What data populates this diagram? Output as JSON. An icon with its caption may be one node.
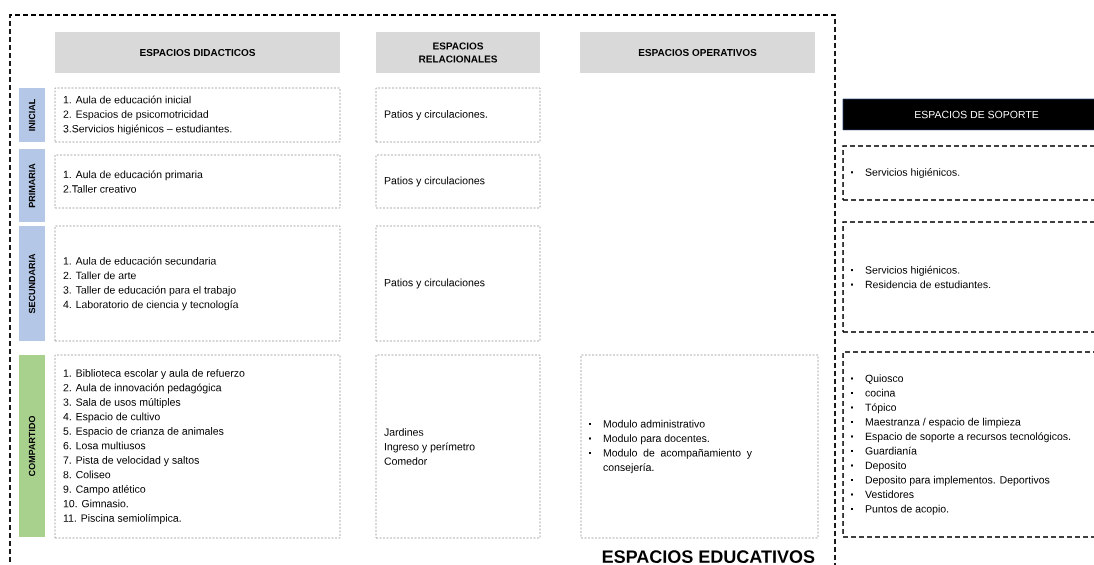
{
  "diagram": {
    "nodes": [
      {
        "text": [
          "ESPACIOS EDUCATIVOS"
        ]
      },
      {
        "text": [
          "ESPACIOS DIDACTICOS"
        ],
        "in": 0
      },
      {
        "text": [
          "ESPACIOS RELACIONALES"
        ],
        "in": 0
      },
      {
        "text": [
          "ESPACIOS OPERATIVOS"
        ],
        "in": 0
      },
      {
        "text": [
          "INICIAL"
        ],
        "in": 0
      },
      {
        "text": [
          "1. Aula de educación inicial",
          "2. Espacios de psicomotricidad",
          "3.Servicios higiénicos – estudiantes."
        ],
        "in": 0
      },
      {
        "text": [
          "Patios y circulaciones."
        ],
        "in": 0
      },
      {
        "text": [
          "PRIMARIA"
        ],
        "in": 0
      },
      {
        "text": [
          "1. Aula de educación primaria",
          "2.Taller creativo"
        ],
        "in": 0
      },
      {
        "text": [
          "Patios y circulaciones"
        ],
        "in": 0
      },
      {
        "text": [
          "SECUNDARIA"
        ],
        "in": 0
      },
      {
        "text": [
          "1. Aula de educación secundaria",
          "2. Taller de arte",
          "3. Taller de educación para el trabajo",
          "4. Laboratorio de ciencia y tecnología"
        ],
        "in": 0
      },
      {
        "text": [
          "Patios y circulaciones"
        ],
        "in": 0
      },
      {
        "text": [
          "COMPARTIDO"
        ],
        "in": 0
      },
      {
        "text": [
          "1. Biblioteca escolar y aula de refuerzo",
          "2. Aula de innovación pedagógica",
          "3. Sala de usos múltiples",
          "4. Espacio de cultivo",
          "5. Espacio de crianza de animales",
          "6. Losa multiusos",
          "7. Pista de velocidad y saltos",
          "8. Coliseo",
          "9. Campo atlético",
          "10. Gimnasio.",
          "11. Piscina semiolímpica."
        ],
        "in": 0
      },
      {
        "text": [
          "Jardines",
          "Ingreso y perímetro",
          "Comedor"
        ],
        "in": 0
      },
      {
        "text": [
          "Modulo administrativo",
          "Modulo para docentes.",
          "Modulo de acompañamiento y consejería."
        ],
        "in": 0
      },
      {
        "text": [
          "ESPACIOS DE SOPORTE"
        ]
      },
      {
        "text": [
          "Servicios higiénicos."
        ]
      },
      {
        "text": [
          "Servicios higiénicos.",
          "Residencia de estudiantes."
        ]
      },
      {
        "text": [
          "Quiosco",
          "cocina",
          "Tópico",
          "Maestranza / espacio de limpieza",
          "Espacio de soporte a recursos tecnológicos.",
          "Guardianía",
          "Deposito",
          "Deposito para implementos. Deportivos",
          "Vestidores",
          "Puntos de acopio."
        ]
      }
    ]
  }
}
